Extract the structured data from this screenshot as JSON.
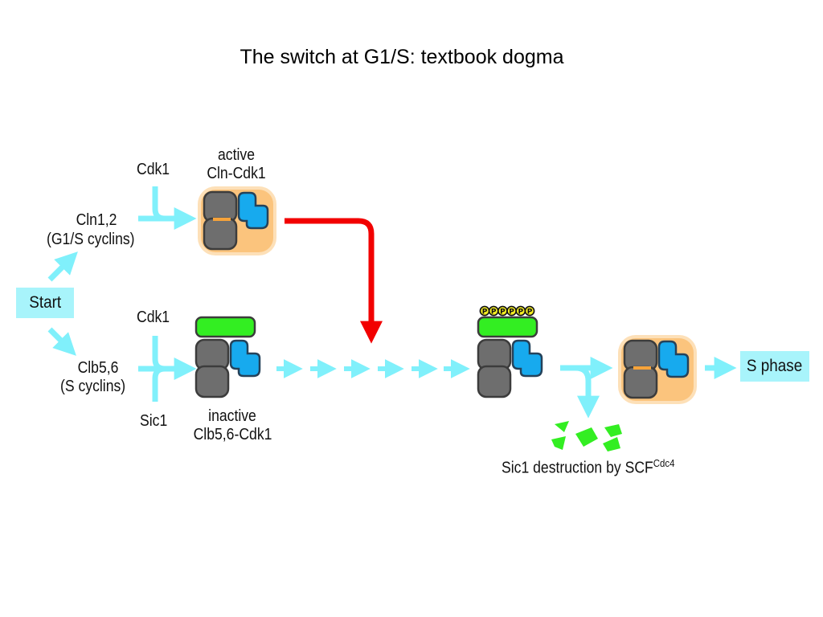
{
  "title": "The switch at G1/S: textbook dogma",
  "nodes": {
    "start": "Start",
    "s_phase": "S phase",
    "cdk1_top": "Cdk1",
    "cln12": "Cln1,2",
    "cln12_sub": "(G1/S cyclins)",
    "active_line1": "active",
    "active_line2": "Cln-Cdk1",
    "cdk1_bottom": "Cdk1",
    "clb56": "Clb5,6",
    "clb56_sub": "(S cyclins)",
    "sic1": "Sic1",
    "inactive_line1": "inactive",
    "inactive_line2": "Clb5,6-Cdk1",
    "destruction_main": "Sic1 destruction by SCF",
    "destruction_sup": "Cdc4"
  },
  "phospho_label": "P",
  "phospho_count": 6,
  "colors": {
    "arrow_cyan": "#80f0fb",
    "arrow_red": "#f20000",
    "box_cyan": "#a8f4fb",
    "cdk_gray": "#6e6e6e",
    "cyclin_blue": "#17aaee",
    "sic1_green": "#33ee22",
    "active_glow": "#f6a33a",
    "phospho_yellow": "#f4ef22"
  }
}
